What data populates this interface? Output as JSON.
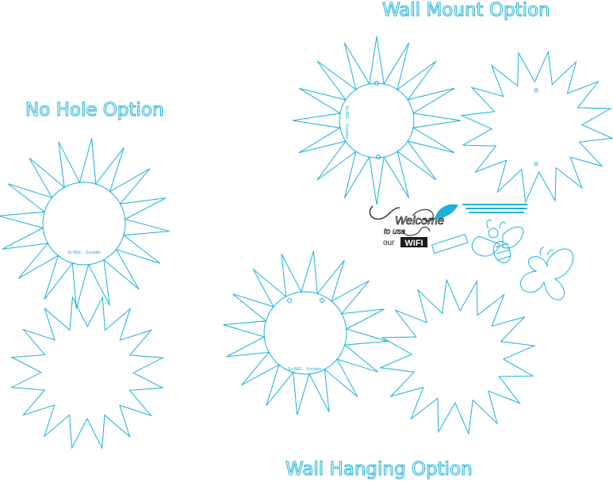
{
  "labels": {
    "wall_mount": "Wall Mount Option",
    "no_hole": "No Hole Option",
    "wall_hanging": "Wall Hanging Option"
  },
  "sun_text": "So BEE... Sociable",
  "sign": {
    "welcome": "Welcome",
    "to_use": "to use",
    "our": "our",
    "wifi": "WIFI"
  },
  "colors": {
    "line": "#1ab0d8",
    "fill": "#1ab0d8"
  }
}
